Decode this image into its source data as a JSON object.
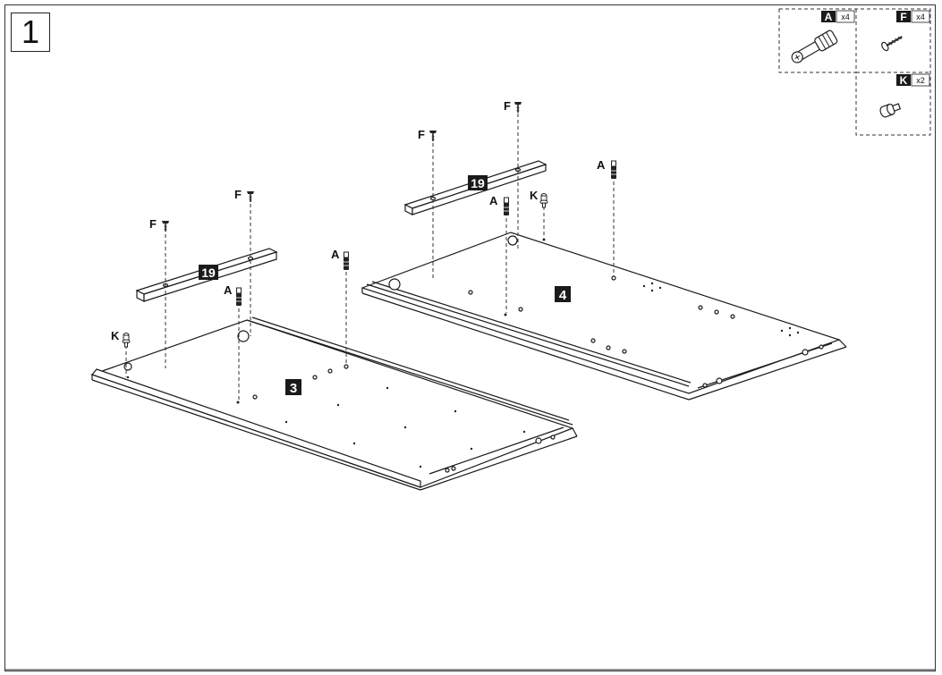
{
  "step": {
    "number": "1"
  },
  "parts_legend": [
    {
      "letter": "A",
      "qty": "x4",
      "icon": "cam-dowel-icon"
    },
    {
      "letter": "F",
      "qty": "x4",
      "icon": "screw-icon"
    },
    {
      "letter": "K",
      "qty": "x2",
      "icon": "cam-lock-icon"
    }
  ],
  "panels": {
    "left": "3",
    "right": "4"
  },
  "rails": {
    "left": "19",
    "right": "19"
  },
  "labels": {
    "A": "A",
    "F": "F",
    "K": "K"
  },
  "colors": {
    "line": "#1a1a1a",
    "tag_bg": "#1a1a1a",
    "dash": "#333333"
  }
}
